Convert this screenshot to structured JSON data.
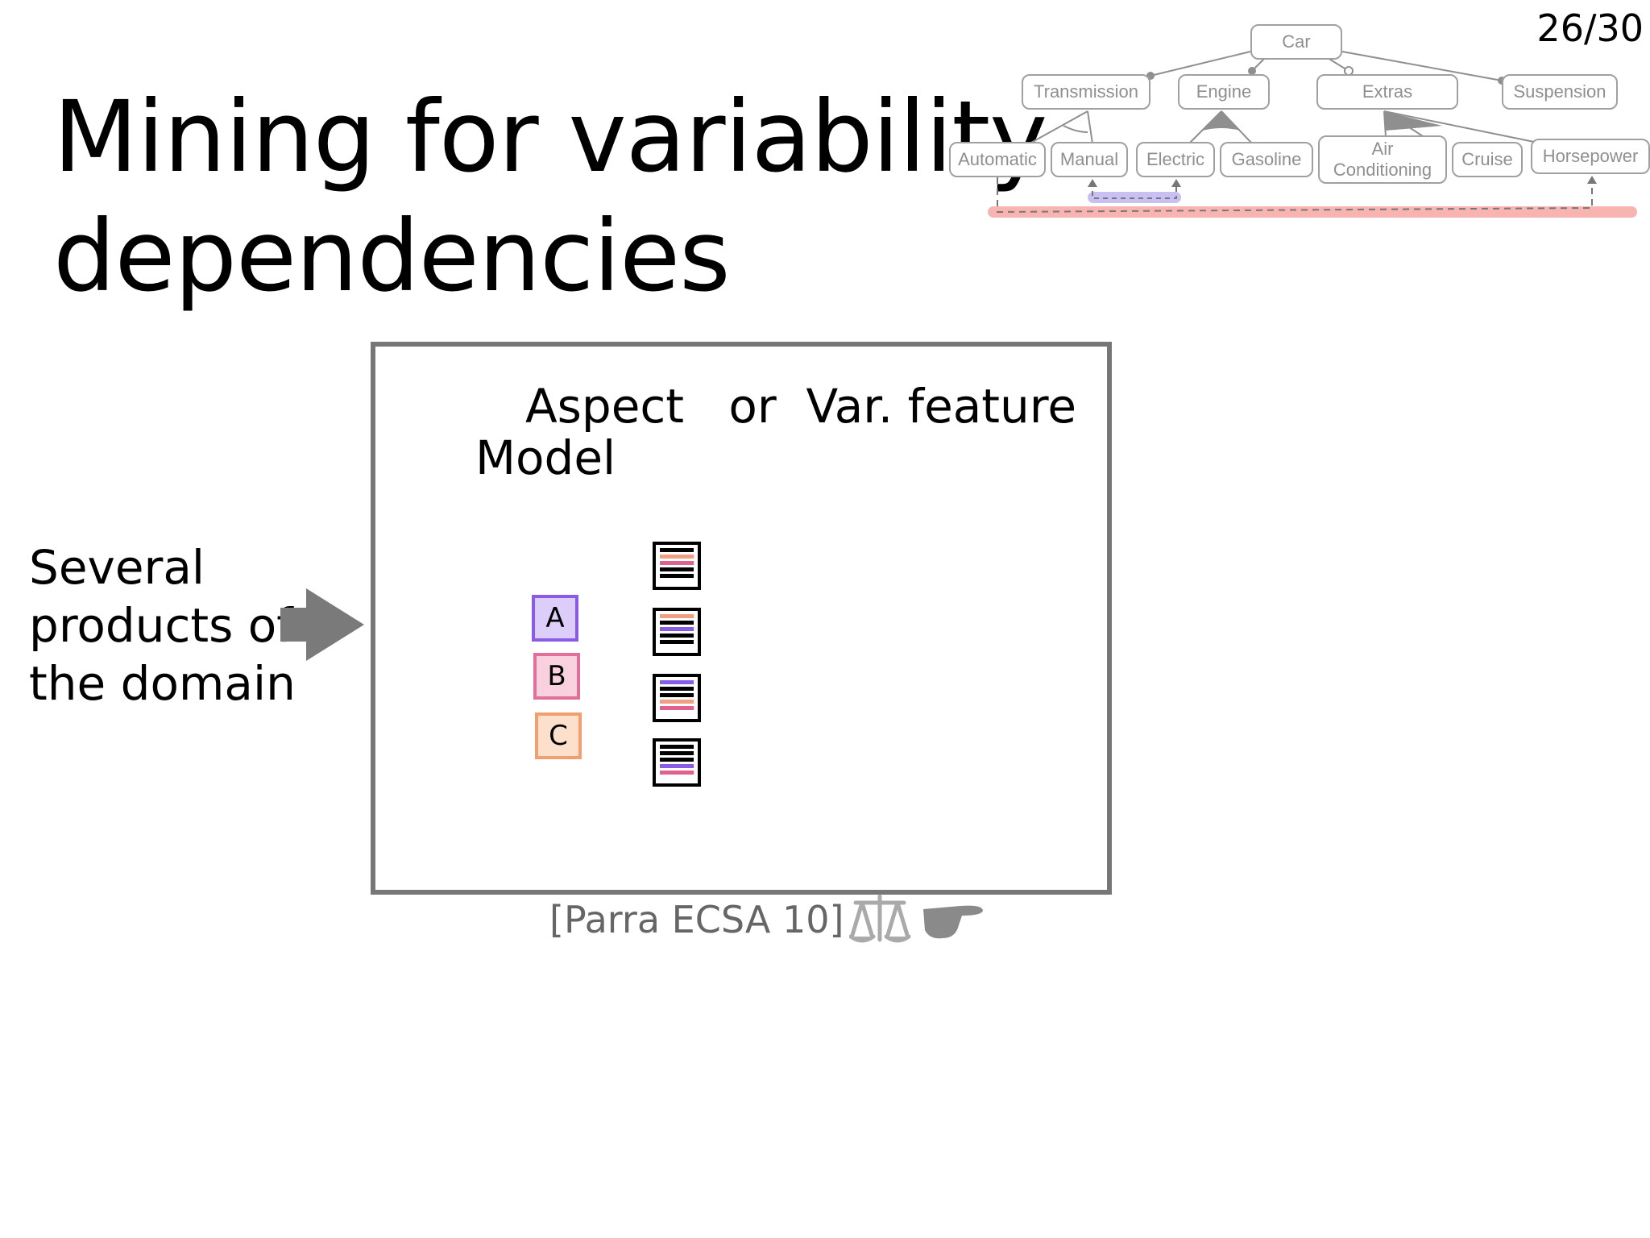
{
  "slide": {
    "number": "26/30",
    "title_line1": "Mining for variability",
    "title_line2": "dependencies"
  },
  "feature_model": {
    "nodes": {
      "car": "Car",
      "transmission": "Transmission",
      "engine": "Engine",
      "extras": "Extras",
      "suspension": "Suspension",
      "automatic": "Automatic",
      "manual": "Manual",
      "electric": "Electric",
      "gasoline": "Gasoline",
      "air_conditioning_line1": "Air",
      "air_conditioning_line2": "Conditioning",
      "cruise": "Cruise",
      "horsepower": "Horsepower"
    },
    "constraint_colors": {
      "red": "#f8b4b0",
      "purple": "#c8c0f0"
    }
  },
  "side_text": {
    "line1": "Several",
    "line2": "products of",
    "line3": "the domain"
  },
  "frame": {
    "heading": "Aspect   or  Var. feature",
    "subheading": "Model"
  },
  "products": [
    {
      "label": "A",
      "border": "#8a5ce6",
      "fill": "#dccdfa"
    },
    {
      "label": "B",
      "border": "#e0709a",
      "fill": "#f8d0de"
    },
    {
      "label": "C",
      "border": "#f0a070",
      "fill": "#fde0cc"
    }
  ],
  "mini_docs": [
    [
      "#000000",
      "#f0a080",
      "#e06090",
      "#000000",
      "#000000"
    ],
    [
      "#f0a080",
      "#000000",
      "#8a5ce6",
      "#000000",
      "#000000"
    ],
    [
      "#8a5ce6",
      "#000000",
      "#000000",
      "#f0a080",
      "#e06090"
    ],
    [
      "#000000",
      "#000000",
      "#000000",
      "#8a5ce6",
      "#e06090"
    ]
  ],
  "citation": "[Parra ECSA 10]",
  "icons": {
    "scale": "scale-icon",
    "pointer": "pointing-hand-icon"
  }
}
